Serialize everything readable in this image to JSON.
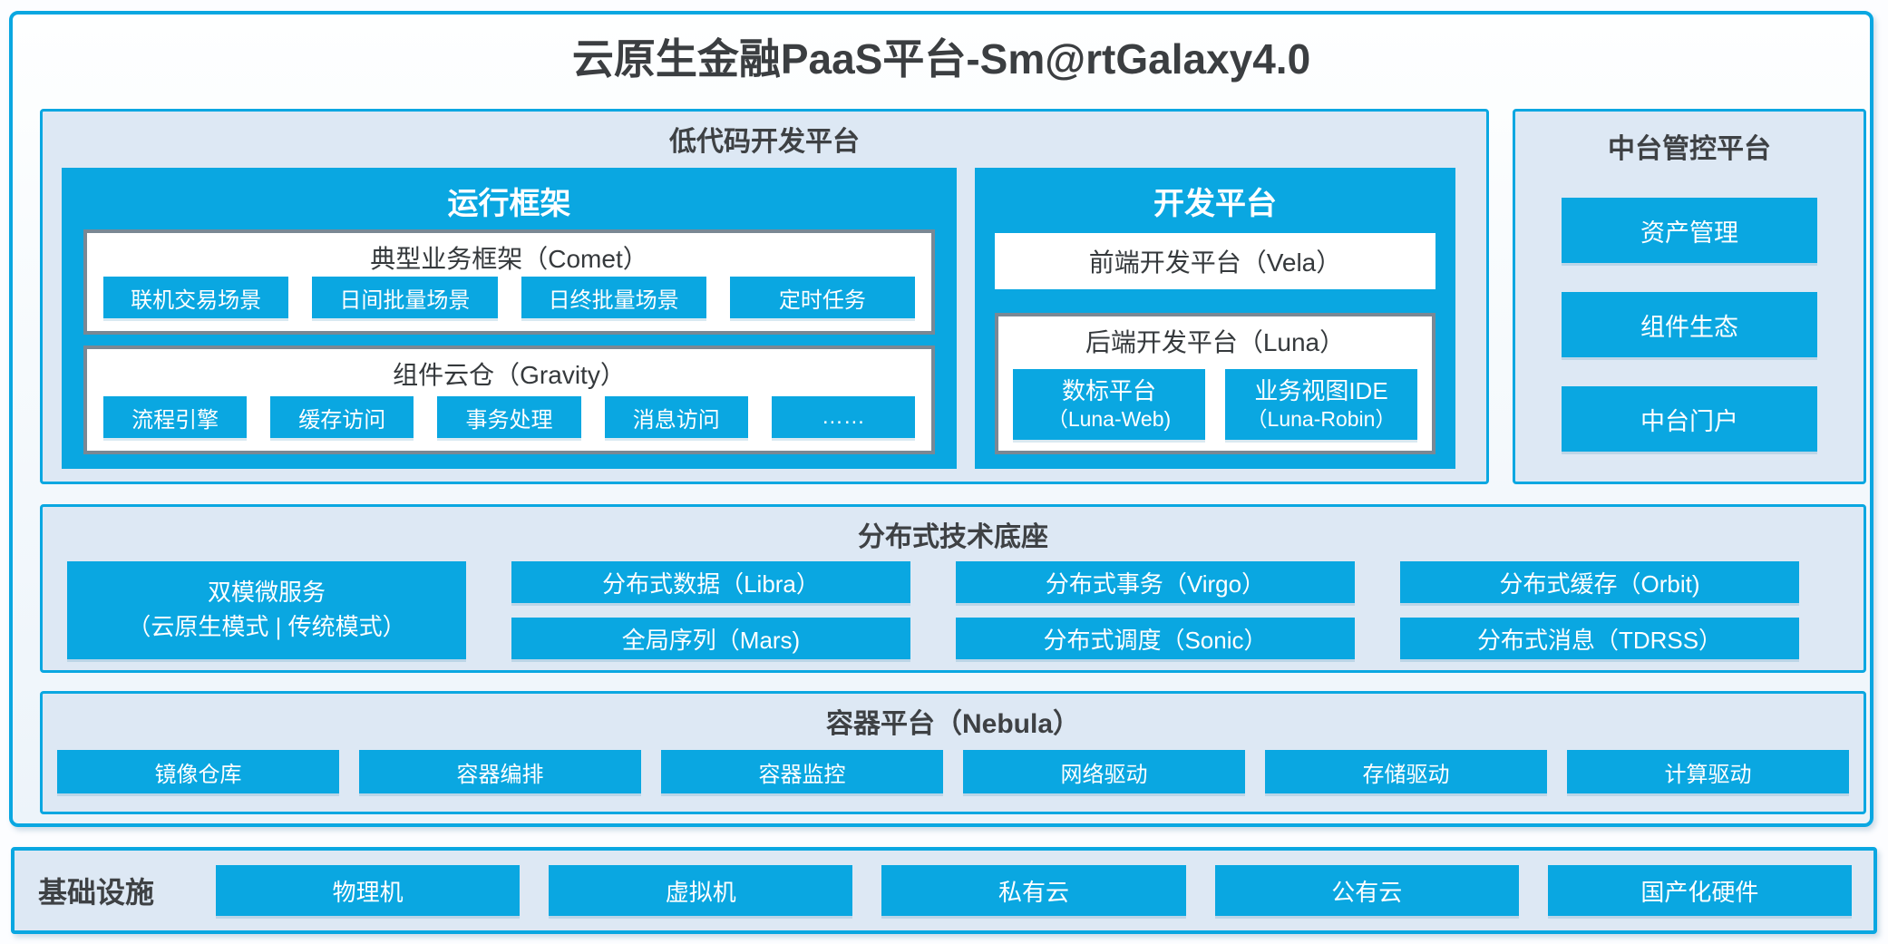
{
  "title": "云原生金融PaaS平台-Sm@rtGalaxy4.0",
  "colors": {
    "accent": "#0aa7e1",
    "section_bg": "#dde8f4",
    "gray_border": "#7a8894",
    "dark_text": "#3e4144"
  },
  "lowcode": {
    "title": "低代码开发平台",
    "runtime": {
      "title": "运行框架",
      "comet": {
        "title": "典型业务框架（Comet）",
        "items": [
          "联机交易场景",
          "日间批量场景",
          "日终批量场景",
          "定时任务"
        ]
      },
      "gravity": {
        "title": "组件云仓（Gravity）",
        "items": [
          "流程引擎",
          "缓存访问",
          "事务处理",
          "消息访问",
          "……"
        ]
      }
    },
    "dev": {
      "title": "开发平台",
      "vela": "前端开发平台（Vela）",
      "luna": {
        "title": "后端开发平台（Luna）",
        "items": [
          {
            "line1": "数标平台",
            "line2": "（Luna-Web)"
          },
          {
            "line1": "业务视图IDE",
            "line2": "（Luna-Robin）"
          }
        ]
      }
    }
  },
  "midplatform": {
    "title": "中台管控平台",
    "items": [
      "资产管理",
      "组件生态",
      "中台门户"
    ]
  },
  "distributed": {
    "title": "分布式技术底座",
    "dual": {
      "line1": "双模微服务",
      "line2": "（云原生模式 | 传统模式）"
    },
    "grid": [
      "分布式数据（Libra）",
      "全局序列（Mars)",
      "分布式事务（Virgo）",
      "分布式调度（Sonic）",
      "分布式缓存（Orbit)",
      "分布式消息（TDRSS）"
    ]
  },
  "container_platform": {
    "title": "容器平台（Nebula）",
    "items": [
      "镜像仓库",
      "容器编排",
      "容器监控",
      "网络驱动",
      "存储驱动",
      "计算驱动"
    ]
  },
  "infrastructure": {
    "title": "基础设施",
    "items": [
      "物理机",
      "虚拟机",
      "私有云",
      "公有云",
      "国产化硬件"
    ]
  }
}
